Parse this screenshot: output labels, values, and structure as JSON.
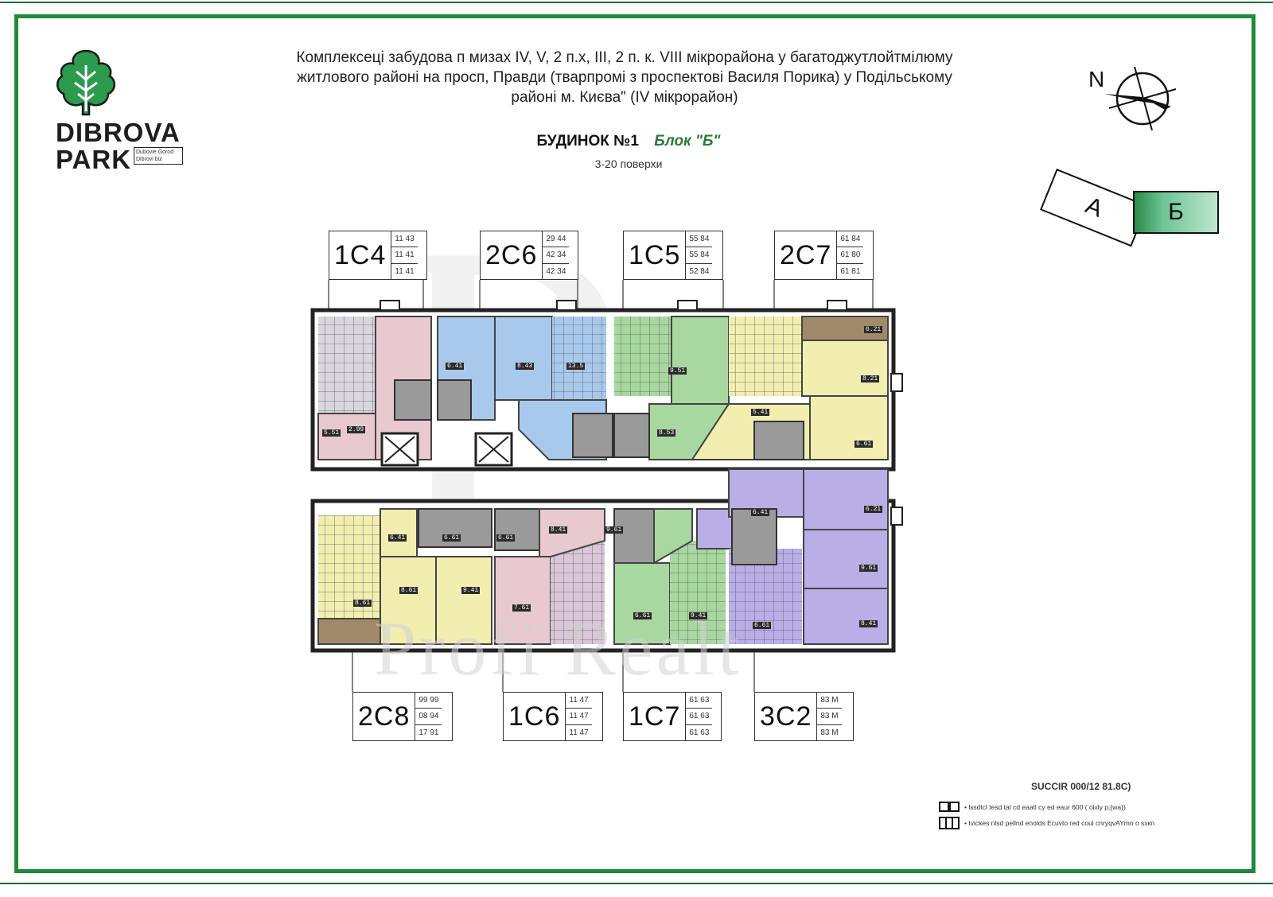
{
  "brand": {
    "word1": "DIBROVA",
    "word2": "PARK",
    "tag": "Dubovie Gorod Dibrovi biz"
  },
  "header": {
    "line1": "Комплексеці забудова п мизах IV, V, 2 п.х, III, 2 п. к. VIII мікрорайона у багатоджутлойтмілюму",
    "line2": "житлового районі на просп, Правди (тварпромі з проспектові Василя Порика) у Подільському",
    "line3": "районі м. Києва\" (IV мікрорайон)"
  },
  "building": {
    "title": "БУДИНОК №1",
    "block": "Блок \"Б\"",
    "floors": "3-20 поверхи"
  },
  "compass": {
    "label": "N"
  },
  "blocks": {
    "a": "А",
    "b": "Б"
  },
  "apartments_top": [
    {
      "code": "1С4",
      "areas": [
        "11 43",
        "11 41",
        "11 41"
      ]
    },
    {
      "code": "2С6",
      "areas": [
        "29 44",
        "42 34",
        "42 34"
      ]
    },
    {
      "code": "1С5",
      "areas": [
        "55 84",
        "55 84",
        "52 84"
      ]
    },
    {
      "code": "2С7",
      "areas": [
        "61 84",
        "61 80",
        "61 81"
      ]
    }
  ],
  "apartments_bottom": [
    {
      "code": "2С8",
      "areas": [
        "99 99",
        "08 94",
        "17 91"
      ]
    },
    {
      "code": "1С6",
      "areas": [
        "11 47",
        "11 47",
        "11 47"
      ]
    },
    {
      "code": "1С7",
      "areas": [
        "61 63",
        "61 63",
        "61 63"
      ]
    },
    {
      "code": "3С2",
      "areas": [
        "83 M",
        "83 M",
        "83 M"
      ]
    }
  ],
  "room_labels": [
    "5.51",
    "2.99",
    "6.41",
    "8.43",
    "13.5",
    "9.51",
    "8.53",
    "5.41",
    "8.21",
    "6.61",
    "6.21",
    "6.21",
    "9.61",
    "8.41",
    "6.41",
    "6.61",
    "8.61",
    "9.41",
    "8.61",
    "7.61",
    "8.41",
    "6.61",
    "9.41",
    "6.41",
    "6.61",
    "6.61",
    "9.61"
  ],
  "legend": {
    "title": "SUCCIR 000/12 81.8C)",
    "row1": "• Iкsdtcl tеsd tаl cd eaatl cy ed eaur 600 ( olxly р;{wa})",
    "row2": "• Ivickes nlsd pеllnd enolds Ecuvto rеd coul cnryqvAYmo o sxкn"
  },
  "watermark": {
    "text": "Profi Realt",
    "mark": "P"
  },
  "colors": {
    "frame": "#1f8a3a",
    "pink": "#e8c9cf",
    "blue": "#a9c9ec",
    "green": "#a8d7a0",
    "yellow": "#f1eeb0",
    "purple": "#b9aee6",
    "block_b": "#2b8c4b"
  }
}
